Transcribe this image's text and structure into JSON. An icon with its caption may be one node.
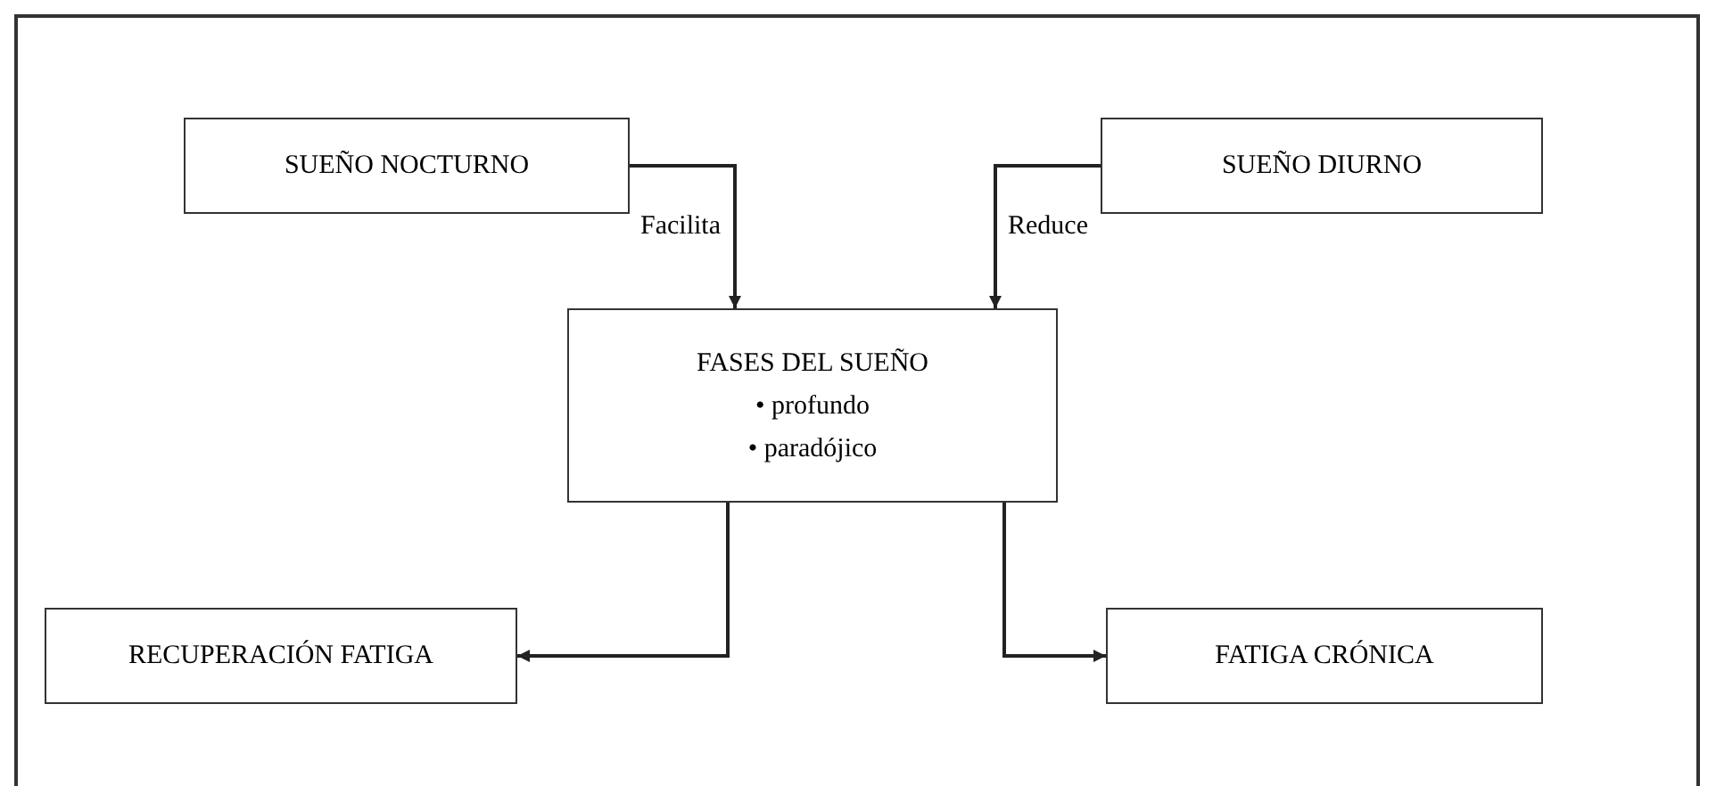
{
  "diagram": {
    "nodes": [
      {
        "text": [
          "SUEÑO NOCTURNO"
        ]
      },
      {
        "text": [
          "SUEÑO DIURNO"
        ]
      },
      {
        "text": [
          "FASES DEL SUEÑO",
          "• profundo",
          "• paradójico"
        ]
      },
      {
        "text": [
          "RECUPERACIÓN FATIGA"
        ]
      },
      {
        "text": [
          "FATIGA CRÓNICA"
        ]
      }
    ],
    "edges": [
      {
        "from": 0,
        "to": 2,
        "arrow": "to",
        "label": "Facilita"
      },
      {
        "from": 1,
        "to": 2,
        "arrow": "to",
        "label": "Reduce"
      },
      {
        "from": 2,
        "to": 3,
        "arrow": "to"
      },
      {
        "from": 2,
        "to": 4,
        "arrow": "to"
      }
    ]
  }
}
